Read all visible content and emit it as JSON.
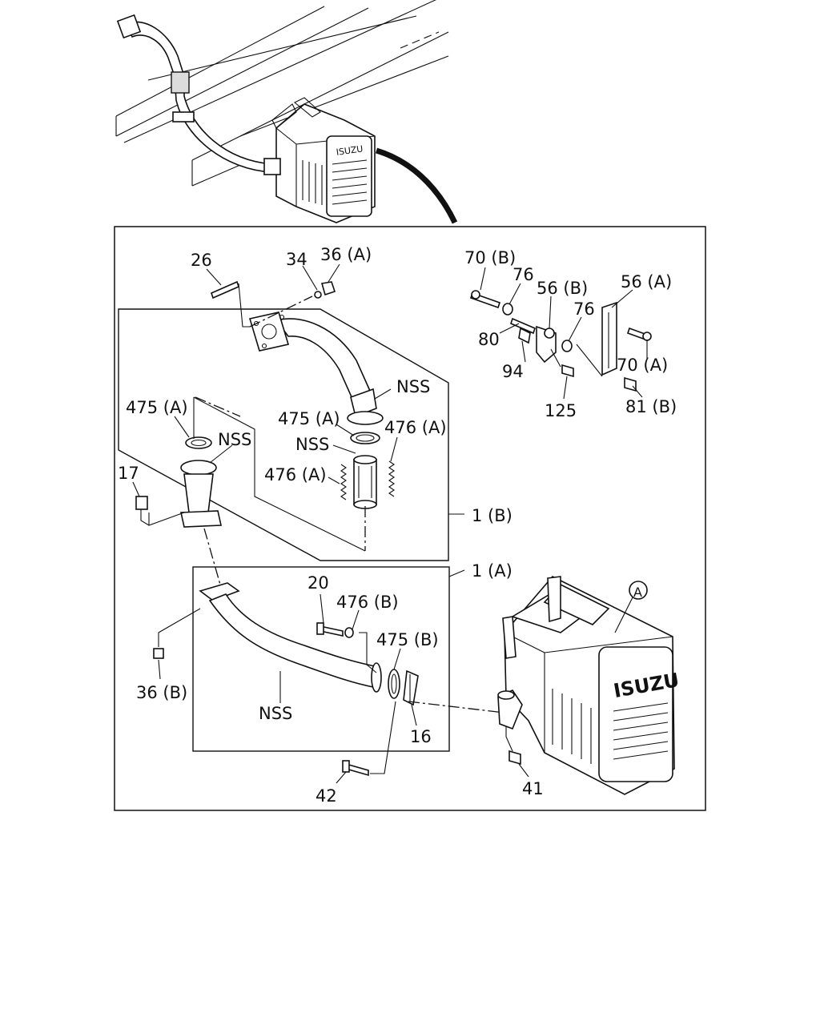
{
  "diagram": {
    "callouts": {
      "c26": "26",
      "c34": "34",
      "c36a_top": "36 (A)",
      "c70b": "70 (B)",
      "c76a": "76",
      "c56b": "56 (B)",
      "c56a": "56 (A)",
      "c76b": "76",
      "c80": "80",
      "c70a": "70 (A)",
      "c94": "94",
      "c125": "125",
      "c81b": "81 (B)",
      "c475a_left": "475 (A)",
      "c475a_mid": "475 (A)",
      "c476a_right": "476 (A)",
      "c476a_left": "476 (A)",
      "c17": "17",
      "c1b": "1 (B)",
      "c1a": "1 (A)",
      "c20": "20",
      "c476b": "476 (B)",
      "c475b": "475 (B)",
      "c36b": "36 (B)",
      "c16": "16",
      "c42": "42",
      "c41": "41",
      "nss_top": "NSS",
      "nss_left": "NSS",
      "nss_mid": "NSS",
      "nss_bottom": "NSS",
      "ref_a": "A",
      "brand": "ISUZU"
    }
  }
}
